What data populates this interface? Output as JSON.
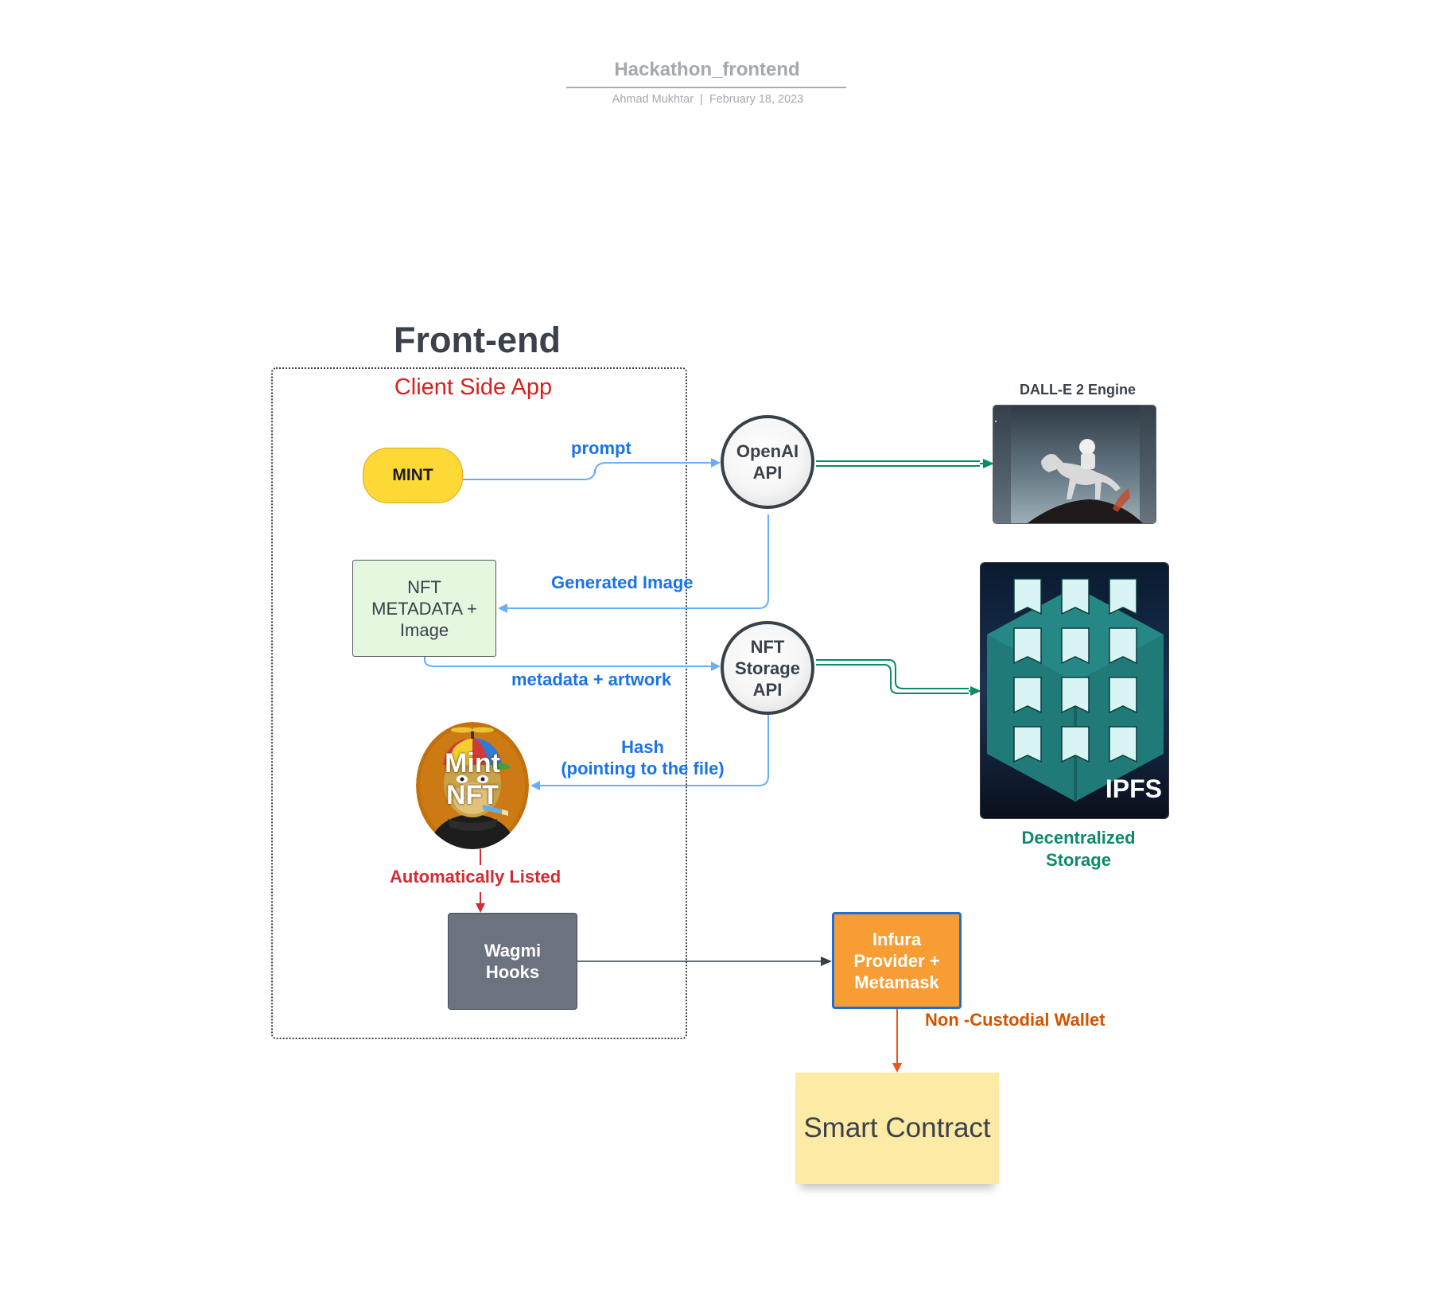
{
  "document": {
    "title": "Hackathon_frontend",
    "author": "Ahmad Mukhtar",
    "separator": "|",
    "date": "February 18, 2023"
  },
  "frontend": {
    "title": "Front-end",
    "client_title": "Client Side App"
  },
  "nodes": {
    "mint_button": "MINT",
    "openai_api": [
      "OpenAI",
      "API"
    ],
    "metadata_box": [
      "NFT",
      "METADATA +",
      "Image"
    ],
    "nftstorage_api": [
      "NFT",
      "Storage",
      "API"
    ],
    "mint_nft": [
      "Mint",
      "NFT"
    ],
    "wagmi_hooks": [
      "Wagmi",
      "Hooks"
    ],
    "infura": [
      "Infura",
      "Provider +",
      "Metamask"
    ],
    "smart_contract": "Smart Contract",
    "dalle_title": "DALL-E 2 Engine",
    "ipfs_label": "IPFS",
    "storage_caption": [
      "Decentralized",
      "Storage"
    ]
  },
  "edge_labels": {
    "prompt": "prompt",
    "generated_image": "Generated Image",
    "metadata_artwork": "metadata + artwork",
    "hash": [
      "Hash",
      "(pointing to the file)"
    ],
    "auto_listed": "Automatically Listed",
    "non_custodial": "Non -Custodial Wallet"
  },
  "colors": {
    "edge_blue": "#6aaef6",
    "label_blue": "#1a73e8",
    "teal": "#0d8a6a",
    "red": "#d32a33",
    "orange": "#f0541e",
    "dark": "#3a4048",
    "mint_yellow": "#fcd935",
    "metadata_green": "#e6f7e0",
    "wagmi_gray": "#6b7280",
    "infura_orange": "#f89c34",
    "sticky_yellow": "#fdeaa5"
  },
  "icons": {
    "dalle_image": "astronaut-riding-horse-image",
    "ipfs_image": "ipfs-cube-files-image",
    "nft_avatar": "propeller-hat-ape-avatar"
  }
}
